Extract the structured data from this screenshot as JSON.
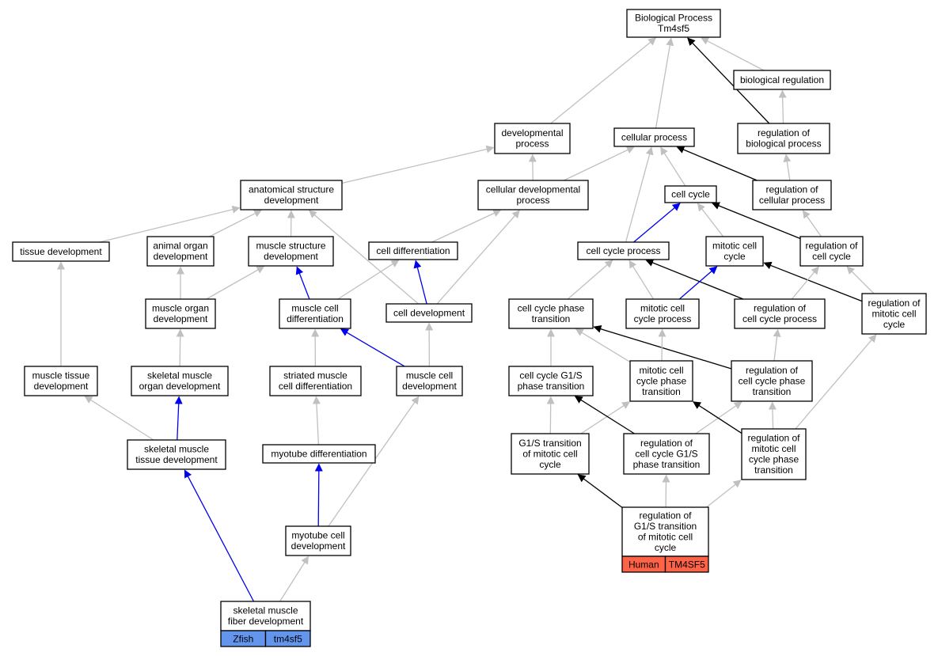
{
  "colors": {
    "node_border": "#000000",
    "edge_is_a": "#c0c0c0",
    "edge_regulates": "#000000",
    "edge_part_of": "#0000ee",
    "badge_human": "#ff6347",
    "badge_zfish": "#6495ed"
  },
  "nodes": {
    "bp": {
      "lines": [
        "Biological Process",
        "Tm4sf5"
      ]
    },
    "breg": {
      "lines": [
        "biological regulation"
      ]
    },
    "dev": {
      "lines": [
        "developmental",
        "process"
      ]
    },
    "cellp": {
      "lines": [
        "cellular process"
      ]
    },
    "regbp": {
      "lines": [
        "regulation of",
        "biological process"
      ]
    },
    "asd": {
      "lines": [
        "anatomical structure",
        "development"
      ]
    },
    "cdp": {
      "lines": [
        "cellular developmental",
        "process"
      ]
    },
    "cc": {
      "lines": [
        "cell cycle"
      ]
    },
    "regcp": {
      "lines": [
        "regulation of",
        "cellular process"
      ]
    },
    "td": {
      "lines": [
        "tissue development"
      ]
    },
    "aod": {
      "lines": [
        "animal organ",
        "development"
      ]
    },
    "msd": {
      "lines": [
        "muscle structure",
        "development"
      ]
    },
    "cdiff": {
      "lines": [
        "cell differentiation"
      ]
    },
    "ccp": {
      "lines": [
        "cell cycle process"
      ]
    },
    "mcc": {
      "lines": [
        "mitotic cell",
        "cycle"
      ]
    },
    "regcc": {
      "lines": [
        "regulation of",
        "cell cycle"
      ]
    },
    "mod": {
      "lines": [
        "muscle organ",
        "development"
      ]
    },
    "mcd": {
      "lines": [
        "muscle cell",
        "differentiation"
      ]
    },
    "celldev": {
      "lines": [
        "cell development"
      ]
    },
    "ccpt": {
      "lines": [
        "cell cycle phase",
        "transition"
      ]
    },
    "mccp": {
      "lines": [
        "mitotic cell",
        "cycle process"
      ]
    },
    "regccp": {
      "lines": [
        "regulation of",
        "cell cycle process"
      ]
    },
    "regmcc": {
      "lines": [
        "regulation of",
        "mitotic cell",
        "cycle"
      ]
    },
    "mtd": {
      "lines": [
        "muscle tissue",
        "development"
      ]
    },
    "smod": {
      "lines": [
        "skeletal muscle",
        "organ development"
      ]
    },
    "smcd": {
      "lines": [
        "striated muscle",
        "cell differentiation"
      ]
    },
    "mcdev": {
      "lines": [
        "muscle cell",
        "development"
      ]
    },
    "g1spt": {
      "lines": [
        "cell cycle G1/S",
        "phase transition"
      ]
    },
    "mccpt": {
      "lines": [
        "mitotic cell",
        "cycle phase",
        "transition"
      ]
    },
    "regccpt": {
      "lines": [
        "regulation of",
        "cell cycle phase",
        "transition"
      ]
    },
    "smtd": {
      "lines": [
        "skeletal muscle",
        "tissue development"
      ]
    },
    "myodiff": {
      "lines": [
        "myotube differentiation"
      ]
    },
    "g1smcc": {
      "lines": [
        "G1/S transition",
        "of mitotic cell",
        "cycle"
      ]
    },
    "regg1s": {
      "lines": [
        "regulation of",
        "cell cycle G1/S",
        "phase transition"
      ]
    },
    "regmccpt": {
      "lines": [
        "regulation of",
        "mitotic cell",
        "cycle phase",
        "transition"
      ]
    },
    "myodev": {
      "lines": [
        "myotube cell",
        "development"
      ]
    },
    "regg1smcc": {
      "lines": [
        "regulation of",
        "G1/S transition",
        "of mitotic cell",
        "cycle"
      ],
      "badges": [
        {
          "label": "Human",
          "color": "#ff6347"
        },
        {
          "label": "TM4SF5",
          "color": "#ff6347"
        }
      ]
    },
    "smfd": {
      "lines": [
        "skeletal muscle",
        "fiber development"
      ],
      "badges": [
        {
          "label": "Zfish",
          "color": "#6495ed"
        },
        {
          "label": "tm4sf5",
          "color": "#6495ed"
        }
      ]
    }
  },
  "edges": [
    {
      "from": "dev",
      "to": "bp",
      "kind": "is_a"
    },
    {
      "from": "cellp",
      "to": "bp",
      "kind": "is_a"
    },
    {
      "from": "regbp",
      "to": "bp",
      "kind": "regulates"
    },
    {
      "from": "breg",
      "to": "bp",
      "kind": "is_a"
    },
    {
      "from": "regbp",
      "to": "breg",
      "kind": "is_a"
    },
    {
      "from": "asd",
      "to": "dev",
      "kind": "is_a"
    },
    {
      "from": "cdp",
      "to": "dev",
      "kind": "is_a"
    },
    {
      "from": "cdp",
      "to": "cellp",
      "kind": "is_a"
    },
    {
      "from": "cc",
      "to": "cellp",
      "kind": "is_a"
    },
    {
      "from": "ccp",
      "to": "cellp",
      "kind": "is_a"
    },
    {
      "from": "regcp",
      "to": "cellp",
      "kind": "regulates"
    },
    {
      "from": "regcp",
      "to": "regbp",
      "kind": "is_a"
    },
    {
      "from": "td",
      "to": "asd",
      "kind": "is_a"
    },
    {
      "from": "aod",
      "to": "asd",
      "kind": "is_a"
    },
    {
      "from": "msd",
      "to": "asd",
      "kind": "is_a"
    },
    {
      "from": "celldev",
      "to": "asd",
      "kind": "is_a"
    },
    {
      "from": "cdiff",
      "to": "cdp",
      "kind": "is_a"
    },
    {
      "from": "celldev",
      "to": "cdp",
      "kind": "is_a"
    },
    {
      "from": "ccp",
      "to": "cc",
      "kind": "part_of"
    },
    {
      "from": "mcc",
      "to": "cc",
      "kind": "is_a"
    },
    {
      "from": "regcc",
      "to": "cc",
      "kind": "regulates"
    },
    {
      "from": "regcc",
      "to": "regcp",
      "kind": "is_a"
    },
    {
      "from": "mod",
      "to": "aod",
      "kind": "is_a"
    },
    {
      "from": "mod",
      "to": "msd",
      "kind": "is_a"
    },
    {
      "from": "mcd",
      "to": "msd",
      "kind": "part_of"
    },
    {
      "from": "mcd",
      "to": "cdiff",
      "kind": "is_a"
    },
    {
      "from": "celldev",
      "to": "cdiff",
      "kind": "part_of"
    },
    {
      "from": "ccpt",
      "to": "ccp",
      "kind": "is_a"
    },
    {
      "from": "mccp",
      "to": "ccp",
      "kind": "is_a"
    },
    {
      "from": "regccp",
      "to": "ccp",
      "kind": "regulates"
    },
    {
      "from": "mccp",
      "to": "mcc",
      "kind": "part_of"
    },
    {
      "from": "regmcc",
      "to": "mcc",
      "kind": "regulates"
    },
    {
      "from": "regccp",
      "to": "regcc",
      "kind": "is_a"
    },
    {
      "from": "regmcc",
      "to": "regcc",
      "kind": "is_a"
    },
    {
      "from": "mtd",
      "to": "td",
      "kind": "is_a"
    },
    {
      "from": "smod",
      "to": "mod",
      "kind": "is_a"
    },
    {
      "from": "smcd",
      "to": "mcd",
      "kind": "is_a"
    },
    {
      "from": "mcdev",
      "to": "mcd",
      "kind": "part_of"
    },
    {
      "from": "mcdev",
      "to": "celldev",
      "kind": "is_a"
    },
    {
      "from": "g1spt",
      "to": "ccpt",
      "kind": "is_a"
    },
    {
      "from": "mccpt",
      "to": "ccpt",
      "kind": "is_a"
    },
    {
      "from": "regccpt",
      "to": "ccpt",
      "kind": "regulates"
    },
    {
      "from": "mccpt",
      "to": "mccp",
      "kind": "is_a"
    },
    {
      "from": "regccpt",
      "to": "regccp",
      "kind": "is_a"
    },
    {
      "from": "smtd",
      "to": "mtd",
      "kind": "is_a"
    },
    {
      "from": "smtd",
      "to": "smod",
      "kind": "part_of"
    },
    {
      "from": "myodiff",
      "to": "smcd",
      "kind": "is_a"
    },
    {
      "from": "g1smcc",
      "to": "g1spt",
      "kind": "is_a"
    },
    {
      "from": "g1smcc",
      "to": "mccpt",
      "kind": "is_a"
    },
    {
      "from": "regg1s",
      "to": "g1spt",
      "kind": "regulates"
    },
    {
      "from": "regg1s",
      "to": "regccpt",
      "kind": "is_a"
    },
    {
      "from": "regmccpt",
      "to": "mccpt",
      "kind": "regulates"
    },
    {
      "from": "regmccpt",
      "to": "regccpt",
      "kind": "is_a"
    },
    {
      "from": "regmccpt",
      "to": "regmcc",
      "kind": "is_a"
    },
    {
      "from": "myodev",
      "to": "myodiff",
      "kind": "part_of"
    },
    {
      "from": "myodev",
      "to": "mcdev",
      "kind": "is_a"
    },
    {
      "from": "regg1smcc",
      "to": "g1smcc",
      "kind": "regulates"
    },
    {
      "from": "regg1smcc",
      "to": "regg1s",
      "kind": "is_a"
    },
    {
      "from": "regg1smcc",
      "to": "regmccpt",
      "kind": "is_a"
    },
    {
      "from": "smfd",
      "to": "smtd",
      "kind": "part_of"
    },
    {
      "from": "smfd",
      "to": "myodev",
      "kind": "is_a"
    }
  ]
}
